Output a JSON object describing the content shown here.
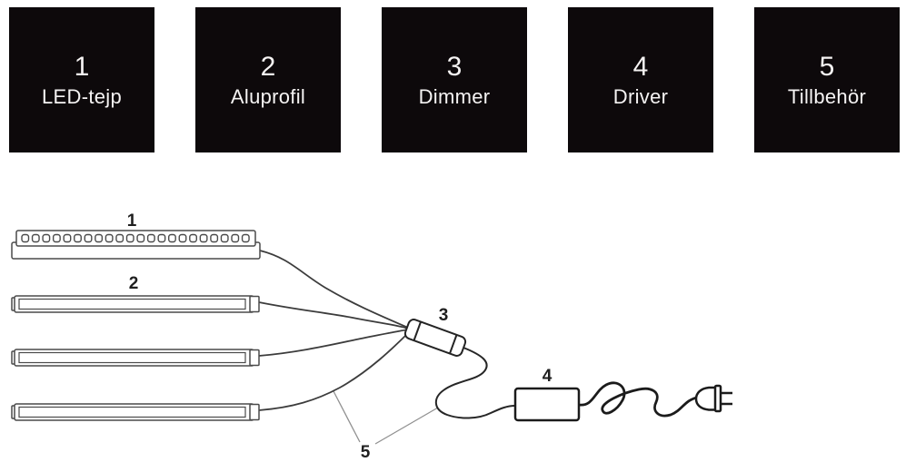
{
  "header_cards": {
    "background_color": "#0d090b",
    "text_color": "#f5f3f3",
    "items": [
      {
        "number": "1",
        "label": "LED-tejp"
      },
      {
        "number": "2",
        "label": "Aluprofil"
      },
      {
        "number": "3",
        "label": "Dimmer"
      },
      {
        "number": "4",
        "label": "Driver"
      },
      {
        "number": "5",
        "label": "Tillbehör"
      }
    ]
  },
  "diagram": {
    "type": "wiring-diagram",
    "led_dot_count": 22,
    "line_color": "#3c3c3c",
    "leader_line_color": "#909090",
    "callouts": {
      "led_strip": "1",
      "alu_profile": "2",
      "dimmer": "3",
      "driver": "4",
      "accessories": "5"
    }
  }
}
